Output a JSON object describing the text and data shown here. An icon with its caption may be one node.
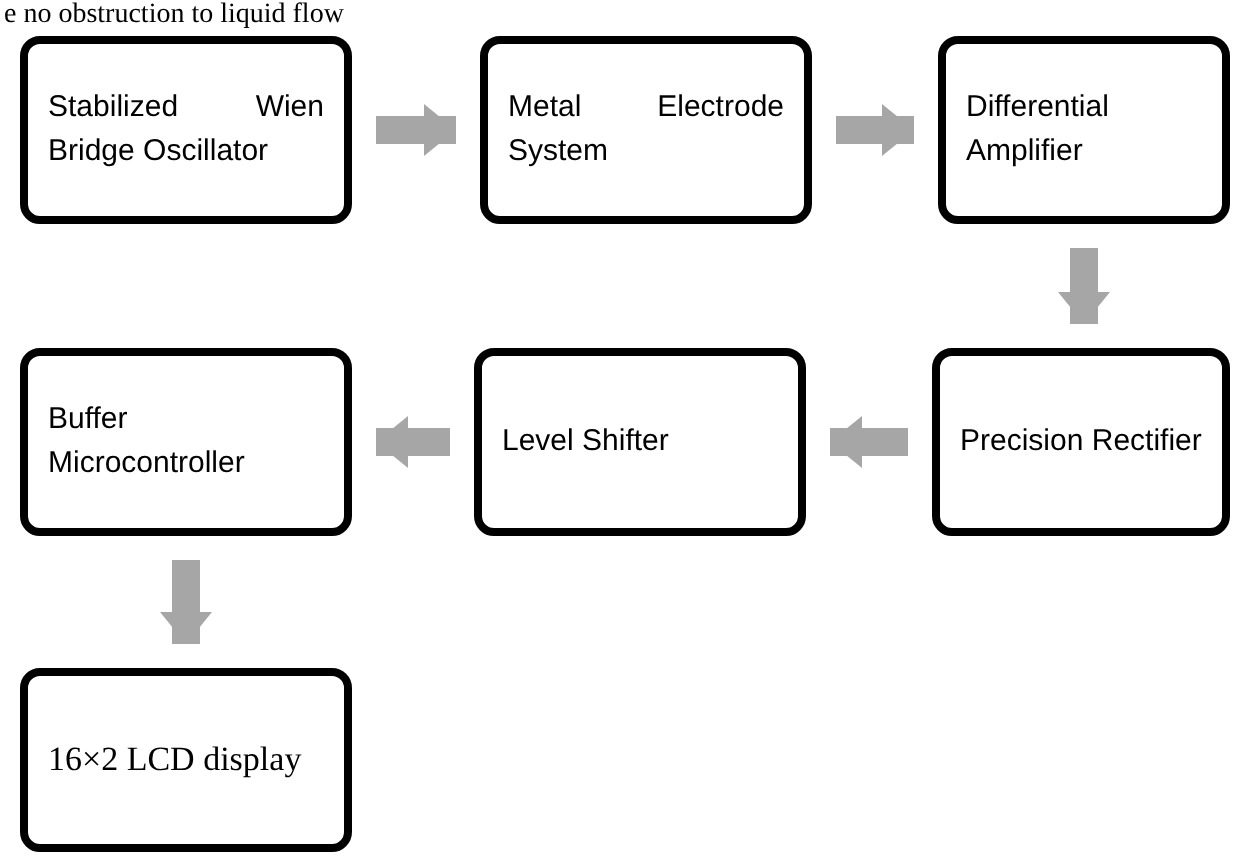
{
  "diagram": {
    "nodes": [
      {
        "text": [
          "Stabilized Wien Bridge Oscillator"
        ]
      },
      {
        "text": [
          "Metal Electrode System"
        ]
      },
      {
        "text": [
          "Differential Amplifier"
        ]
      },
      {
        "text": [
          "Precision Rectifier"
        ]
      },
      {
        "text": [
          "Level Shifter"
        ]
      },
      {
        "text": [
          "Buffer Microcontroller"
        ]
      },
      {
        "text": [
          "16×2 LCD display"
        ]
      }
    ],
    "edges": [
      {
        "from": 0,
        "to": 1,
        "arrow": "to"
      },
      {
        "from": 1,
        "to": 2,
        "arrow": "to"
      },
      {
        "from": 2,
        "to": 3,
        "arrow": "to"
      },
      {
        "from": 3,
        "to": 4,
        "arrow": "to"
      },
      {
        "from": 4,
        "to": 5,
        "arrow": "to"
      },
      {
        "from": 5,
        "to": 6,
        "arrow": "to"
      }
    ],
    "labels": [
      "e no obstruction to liquid flow"
    ]
  }
}
